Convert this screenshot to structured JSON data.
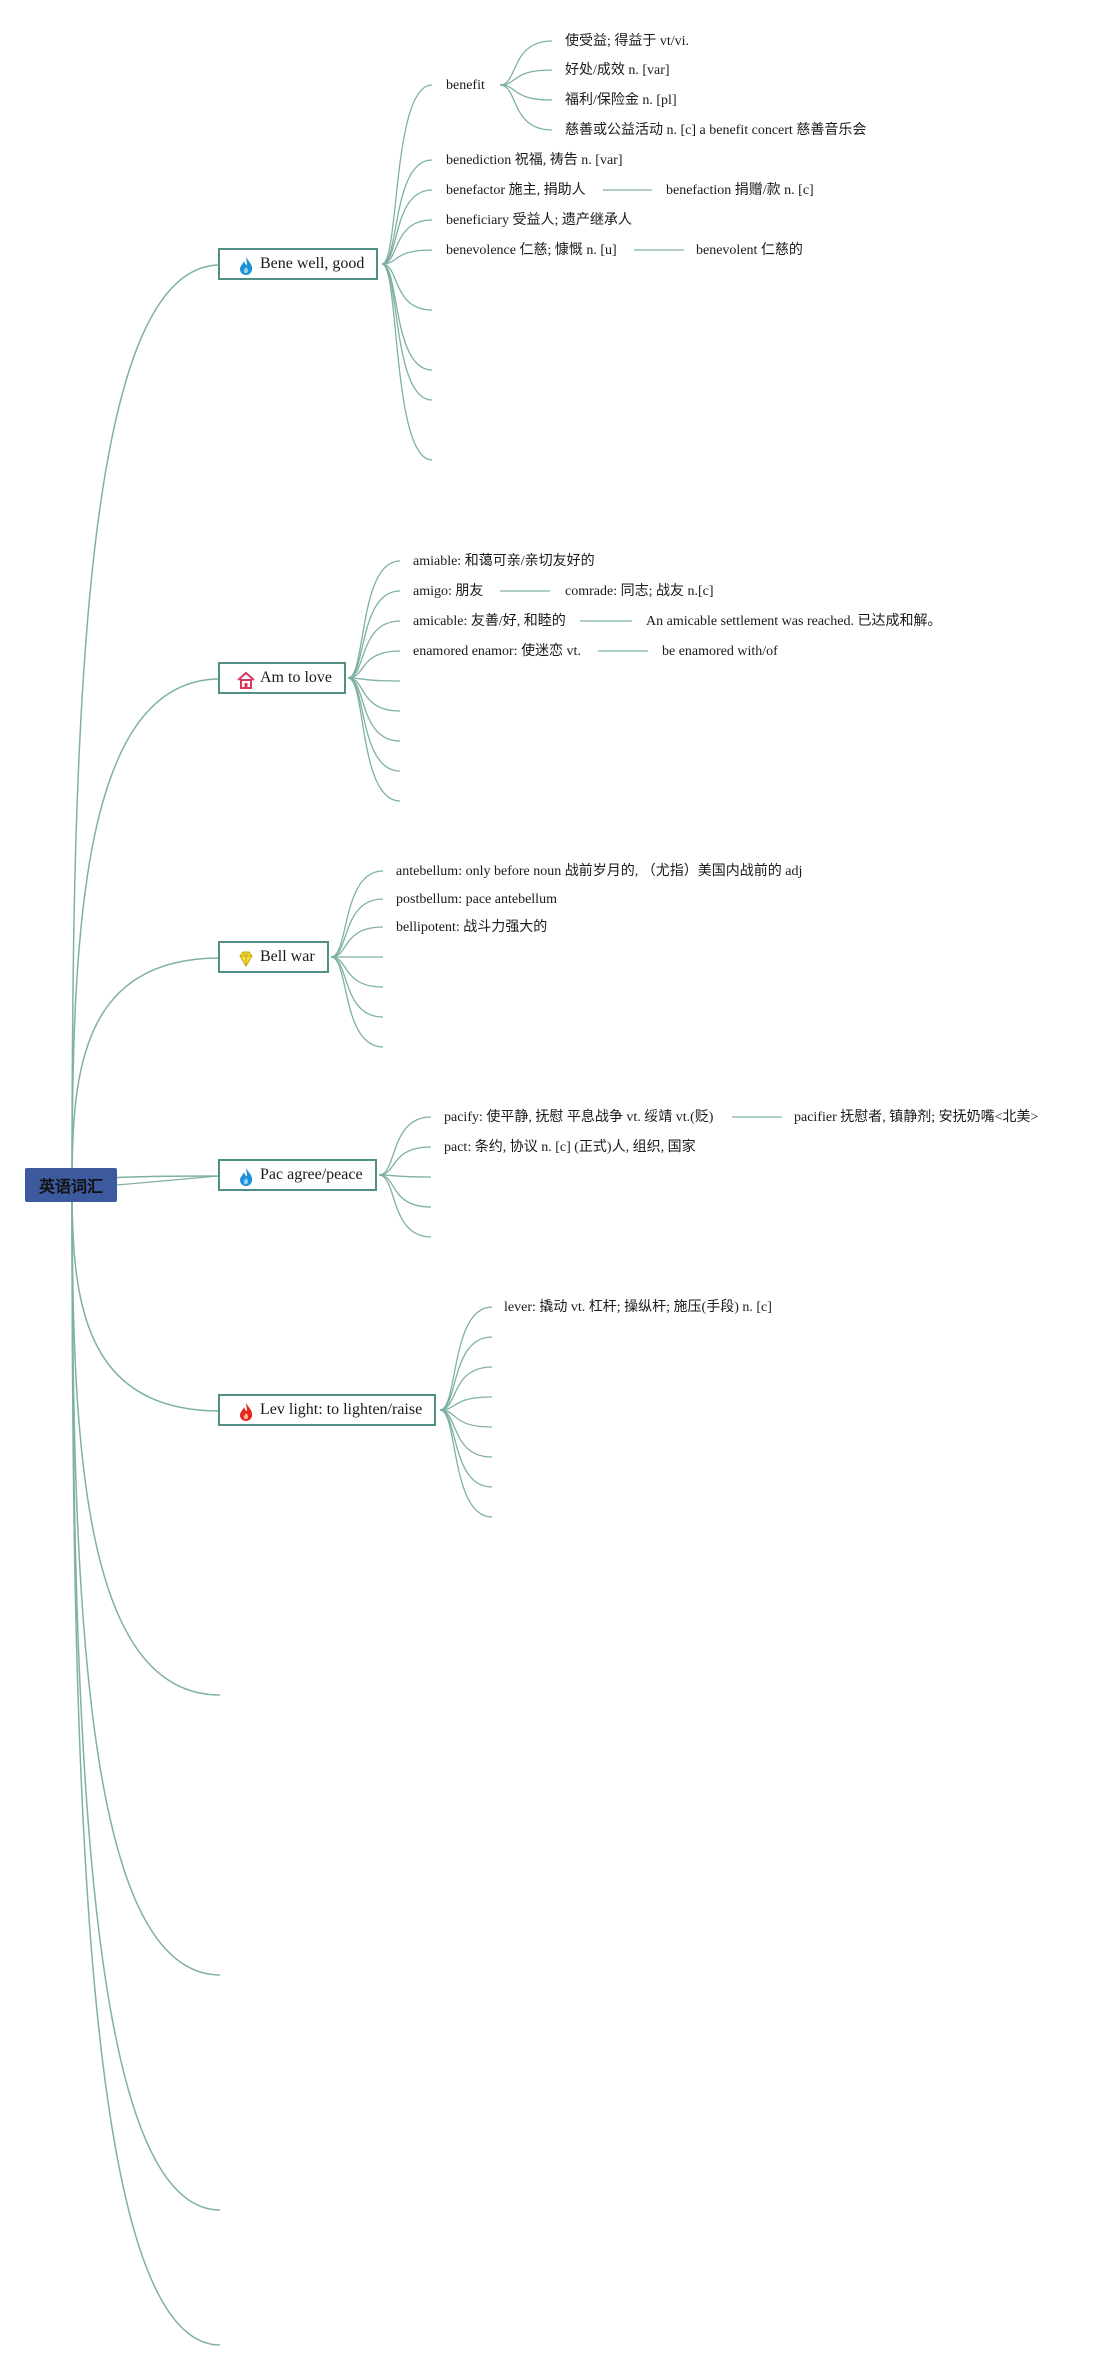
{
  "root": {
    "label": "英语词汇"
  },
  "colors": {
    "root_fill": "#3d5a9e",
    "branch_line": "#7fb0a6",
    "topic_border": "#4f8f86"
  },
  "topics": [
    {
      "label": "Bene well, good",
      "icon": "flame-blue-icon",
      "children": [
        {
          "label": "benefit",
          "children": [
            "使受益; 得益于 vt/vi.",
            "好处/成效 n. [var]",
            "福利/保险金 n. [pl]",
            "慈善或公益活动 n. [c] a benefit concert 慈善音乐会"
          ]
        },
        {
          "label": "benediction 祝福, 祷告 n. [var]"
        },
        {
          "label": "benefactor 施主, 捐助人",
          "related": "benefaction 捐赠/款 n. [c]"
        },
        {
          "label": "beneficiary 受益人; 遗产继承人"
        },
        {
          "label": "benevolence 仁慈; 慷慨 n. [u]",
          "related": "benevolent 仁慈的"
        }
      ]
    },
    {
      "label": "Am to love",
      "icon": "house-icon",
      "children": [
        {
          "label": "amiable: 和蔼可亲/亲切友好的"
        },
        {
          "label": "amigo: 朋友",
          "related": "comrade: 同志; 战友 n.[c]"
        },
        {
          "label": "amicable: 友善/好, 和睦的",
          "related": "An amicable settlement was reached. 已达成和解。"
        },
        {
          "label": "enamored enamor: 使迷恋 vt.",
          "related": "be enamored with/of"
        }
      ]
    },
    {
      "label": "Bell war",
      "icon": "gem-icon",
      "children": [
        {
          "label": "antebellum: only before noun 战前岁月的, （尤指）美国内战前的 adj"
        },
        {
          "label": "postbellum: pace antebellum"
        },
        {
          "label": "bellipotent: 战斗力强大的"
        }
      ]
    },
    {
      "label": "Pac agree/peace",
      "icon": "flame-blue-icon",
      "children": [
        {
          "label": "pacify: 使平静, 抚慰 平息战争 vt. 绥靖 vt.(贬)",
          "related": "pacifier 抚慰者, 镇静剂; 安抚奶嘴<北美>"
        },
        {
          "label": "pact: 条约, 协议 n. [c] (正式)人, 组织, 国家"
        }
      ]
    },
    {
      "label": "Lev light: to lighten/raise",
      "icon": "flame-red-icon",
      "children": [
        {
          "label": "lever: 撬动 vt. 杠杆; 操纵杆; 施压(手段) n. [c]"
        }
      ]
    }
  ]
}
